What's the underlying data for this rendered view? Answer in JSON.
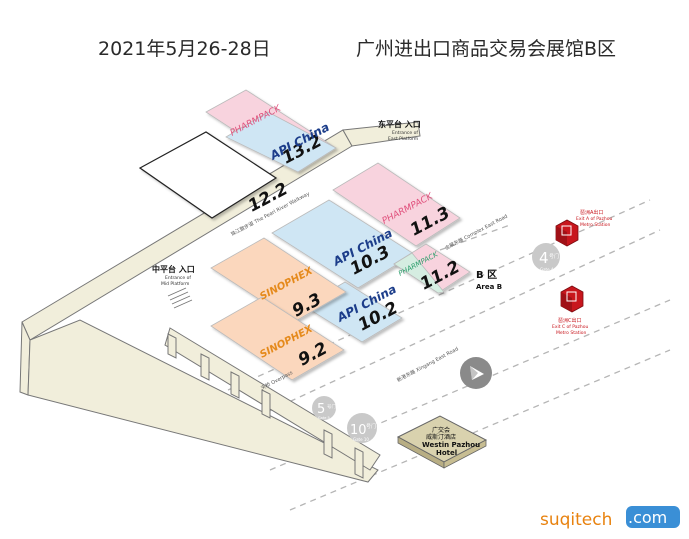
{
  "header": {
    "date": "2021年5月26-28日",
    "venue": "广州进出口商品交易会展馆B区"
  },
  "halls": [
    {
      "id": "13.2",
      "brand": "API China",
      "brand2": "PHARMPACK"
    },
    {
      "id": "12.2",
      "brand": ""
    },
    {
      "id": "11.3",
      "brand": "PHARMPACK"
    },
    {
      "id": "10.3",
      "brand": "API China"
    },
    {
      "id": "11.2",
      "brand": "PHARMPACK"
    },
    {
      "id": "10.2",
      "brand": "API China"
    },
    {
      "id": "9.3",
      "brand": "SINOPHEX"
    },
    {
      "id": "9.2",
      "brand": "SINOPHEX"
    }
  ],
  "labels": {
    "east_platform_cn": "东平台 入口",
    "east_platform_en1": "Entrance of",
    "east_platform_en2": "East Platform",
    "mid_platform_cn": "中平台 入口",
    "mid_platform_en1": "Entrance of",
    "mid_platform_en2": "Mid Platform",
    "area_cn": "B 区",
    "area_en": "Area B",
    "pearl_walkway": "珠江散步道 The Pearl River Walkway",
    "complex_east_road": "会展东路 Complex East Road",
    "xingang_east_road": "新港东路 Xingang East Road",
    "overpass": "天桥 Overpass",
    "gate4_num": "4",
    "gate4_cn": "号门",
    "gate4_en": "Gate 4",
    "gate5_num": "5",
    "gate5_cn": "号门",
    "gate5_en": "Gate 5",
    "gate10_num": "10",
    "gate10_cn": "号门",
    "gate10_en": "Gate 10",
    "metro_a_cn": "琶洲A出口",
    "metro_a_en1": "Exit A of Pazhou",
    "metro_a_en2": "Metro Station",
    "metro_c_cn": "琶洲C出口",
    "metro_c_en1": "Exit C of Pazhou",
    "metro_c_en2": "Metro Station",
    "hotel_cn1": "广交会",
    "hotel_cn2": "威斯汀酒店",
    "hotel_en1": "Westin Pazhou",
    "hotel_en2": "Hotel",
    "watermark_a": "suqitech",
    "watermark_b": ".com"
  },
  "colors": {
    "pink": "#f8d3de",
    "blue": "#cfe6f4",
    "peach": "#fbd7bd",
    "mint": "#d5ede1",
    "road": "#f1eedb",
    "metro": "#c8161d"
  }
}
